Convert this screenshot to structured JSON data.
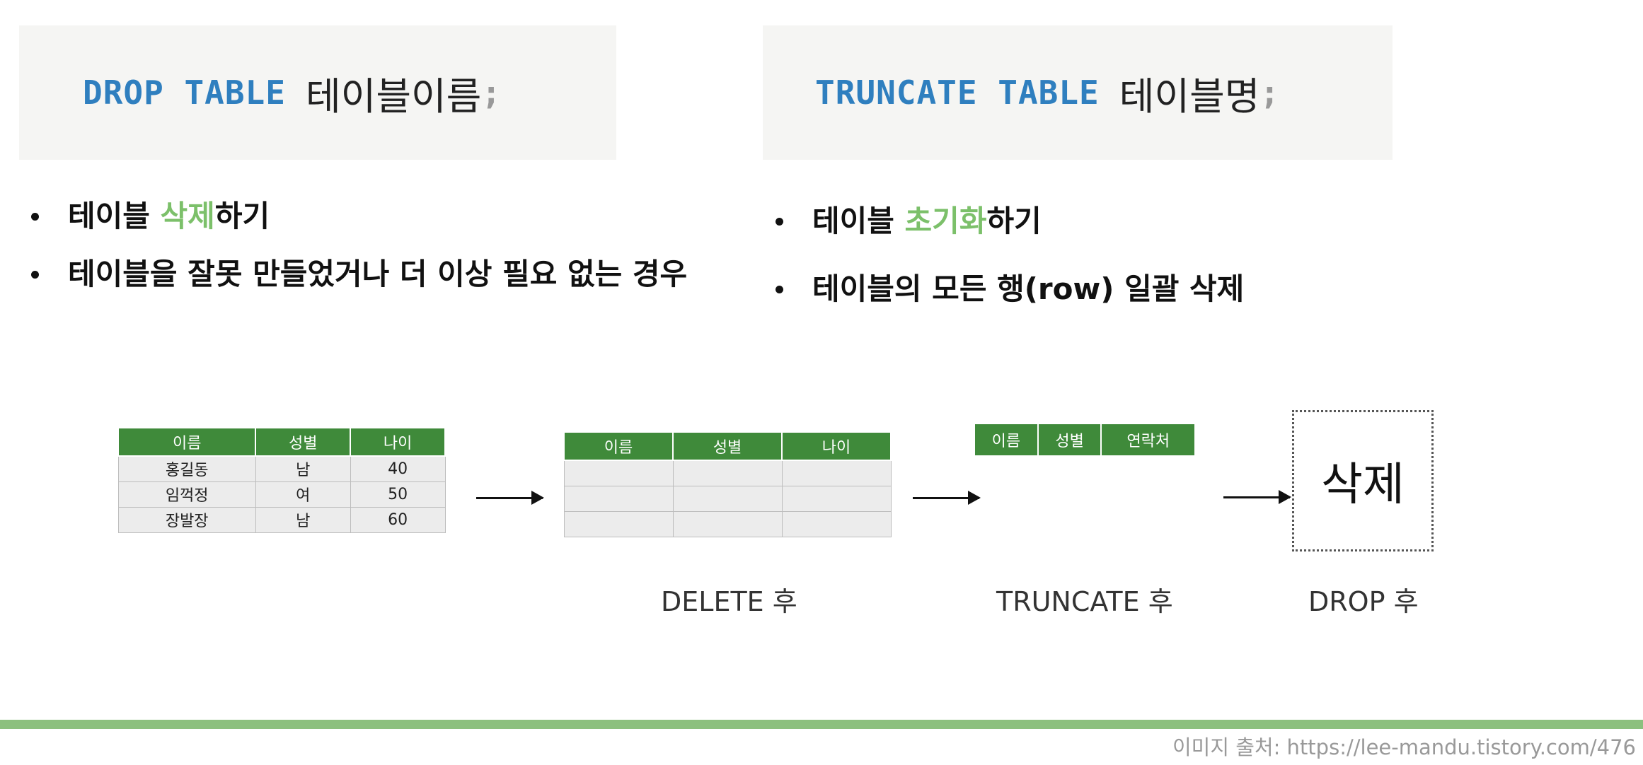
{
  "drop_section": {
    "code": {
      "keywords": "DROP TABLE",
      "name": "테이블이름",
      "terminator": ";"
    },
    "bullets": [
      {
        "before": "테이블 ",
        "highlight": "삭제",
        "after": "하기"
      },
      {
        "before": "테이블을 잘못 만들었거나 더 이상 필요 없는 경우",
        "highlight": "",
        "after": ""
      }
    ]
  },
  "truncate_section": {
    "code": {
      "keywords": "TRUNCATE TABLE",
      "name": "테이블명",
      "terminator": ";"
    },
    "bullets": [
      {
        "before": "테이블 ",
        "highlight": "초기화",
        "after": "하기"
      },
      {
        "before": "테이블의 모든 행(row) 일괄 삭제",
        "highlight": "",
        "after": ""
      }
    ]
  },
  "diagram": {
    "original_table": {
      "headers": [
        "이름",
        "성별",
        "나이"
      ],
      "rows": [
        [
          "홍길동",
          "남",
          "40"
        ],
        [
          "임꺽정",
          "여",
          "50"
        ],
        [
          "장발장",
          "남",
          "60"
        ]
      ]
    },
    "delete_table": {
      "headers": [
        "이름",
        "성별",
        "나이"
      ]
    },
    "truncate_table": {
      "headers": [
        "이름",
        "성별",
        "연락처"
      ]
    },
    "drop_box_text": "삭제",
    "captions": {
      "delete": "DELETE 후",
      "truncate": "TRUNCATE 후",
      "drop": "DROP 후"
    }
  },
  "footer": {
    "source": "이미지 출처: https://lee-mandu.tistory.com/476"
  },
  "colors": {
    "keyword": "#2f7fbf",
    "highlight": "#7cc06a",
    "table_header": "#3f8a3a",
    "footer_bar": "#8cc07e"
  }
}
